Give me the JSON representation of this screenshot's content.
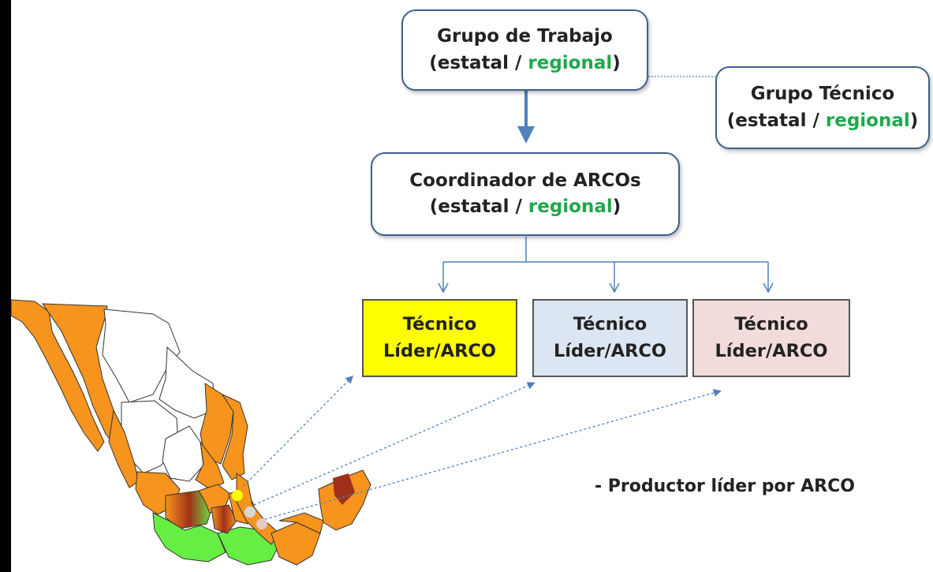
{
  "boxes": {
    "grupo_trabajo": {
      "title": "Grupo de Trabajo",
      "paren_open": "(estatal / ",
      "regional": "regional",
      "paren_close": ")"
    },
    "grupo_tecnico": {
      "title": "Grupo Técnico",
      "paren_open": "(estatal / ",
      "regional": "regional",
      "paren_close": ")"
    },
    "coordinador": {
      "title": "Coordinador de ARCOs",
      "paren_open": "(estatal / ",
      "regional": "regional",
      "paren_close": ")"
    }
  },
  "tecnicos": [
    {
      "line1": "Técnico",
      "line2": "Líder/ARCO",
      "fill": "#ffff00"
    },
    {
      "line1": "Técnico",
      "line2": "Líder/ARCO",
      "fill": "#dce6f2"
    },
    {
      "line1": "Técnico",
      "line2": "Líder/ARCO",
      "fill": "#f2dcdb"
    }
  ],
  "note": "- Productor líder por ARCO",
  "colors": {
    "box_border": "#3f5f8f",
    "connector": "#4f81bd",
    "regional_text": "#1fa84b",
    "map_orange": "#f7941d",
    "map_green": "#66ee44",
    "map_dark_red": "#a0301a",
    "marker_yellow": "#ffff00",
    "marker_gray": "#d8d8d8",
    "marker_pink": "#e8c8c8"
  }
}
